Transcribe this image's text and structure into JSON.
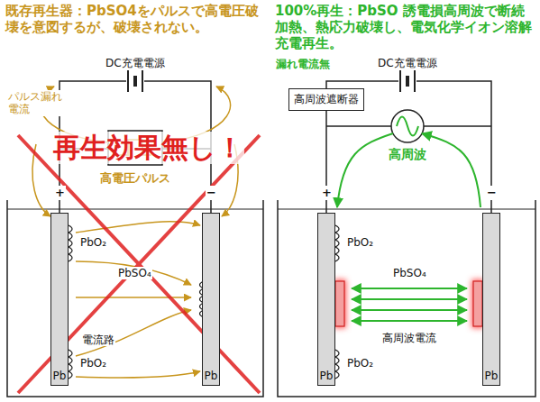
{
  "diagram": {
    "nodes": [
      {
        "text": [
          "Pb"
        ]
      },
      {
        "text": [
          "Pb"
        ]
      },
      {
        "text": [
          "高周波遮断器"
        ]
      },
      {
        "text": [
          "Pb"
        ]
      },
      {
        "text": [
          "Pb"
        ]
      }
    ],
    "labels": [
      "既存再生器：PbSO4をパルスで高電圧破壊を意図するが、破壊されない。",
      "100%再生：PbSO 誘電損高周波で断続加熱、熱応力破壊し、電気化学イオン溶解充電再生。",
      "パルス漏れ電流",
      "DC充電電源",
      "再生効果無し！",
      "高電圧パルス",
      "+",
      "−",
      "PbO₂",
      "PbSO₄",
      "電流路",
      "PbO₂",
      "漏れ電流無",
      "DC充電電源",
      "高周波",
      "+",
      "−",
      "PbO₂",
      "PbSO₄",
      "高周波電流",
      "PbO₂"
    ]
  }
}
